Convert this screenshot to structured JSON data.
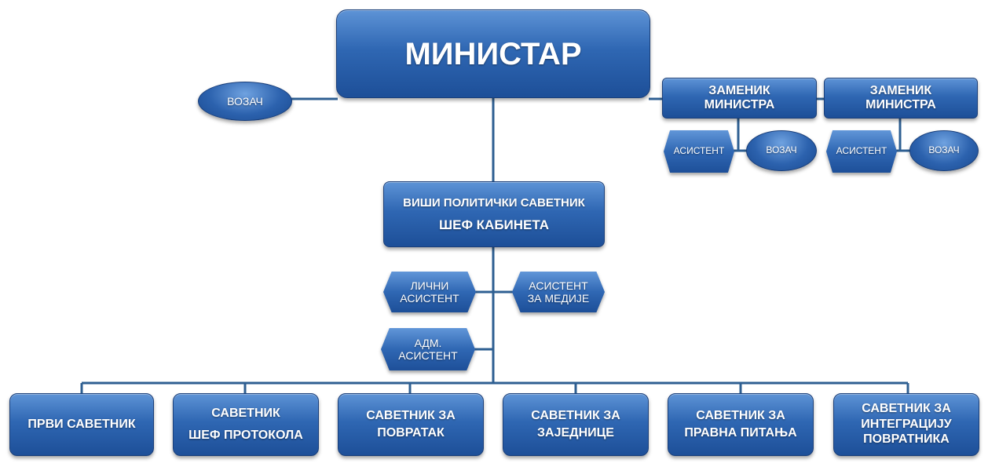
{
  "minister": "МИНИСТАР",
  "driver_left": "ВОЗАЧ",
  "deputy_1": {
    "line1": "ЗАМЕНИК",
    "line2": "МИНИСТРА",
    "assistant": "АСИСТЕНТ",
    "driver": "ВОЗАЧ"
  },
  "deputy_2": {
    "line1": "ЗАМЕНИК",
    "line2": "МИНИСТРА",
    "assistant": "АСИСТЕНТ",
    "driver": "ВОЗАЧ"
  },
  "chief": {
    "line1": "ВИШИ ПОЛИТИЧКИ САВЕТНИК",
    "line2": "ШЕФ КАБИНЕТА"
  },
  "personal_assistant": {
    "line1": "ЛИЧНИ",
    "line2": "АСИСТЕНТ"
  },
  "media_assistant": {
    "line1": "АСИСТЕНТ",
    "line2": "ЗА МЕДИЈЕ"
  },
  "admin_assistant": {
    "line1": "АДМ.",
    "line2": "АСИСТЕНТ"
  },
  "advisors": [
    {
      "line1": "ПРВИ САВЕТНИК",
      "line2": ""
    },
    {
      "line1": "САВЕТНИК",
      "line2": "ШЕФ ПРОТОКОЛА"
    },
    {
      "line1": "САВЕТНИК ЗА",
      "line2": "ПОВРАТАК"
    },
    {
      "line1": "САВЕТНИК ЗА",
      "line2": "ЗАЈЕДНИЦЕ"
    },
    {
      "line1": "САВЕТНИК ЗА",
      "line2": "ПРАВНА ПИТАЊА"
    },
    {
      "line1": "САВЕТНИК ЗА",
      "line2": "ИНТЕГРАЦИЈУ",
      "line3": "ПОВРАТНИКА"
    }
  ],
  "colors": {
    "node_fill": "#2f67b3",
    "connector": "#2e5f92"
  }
}
